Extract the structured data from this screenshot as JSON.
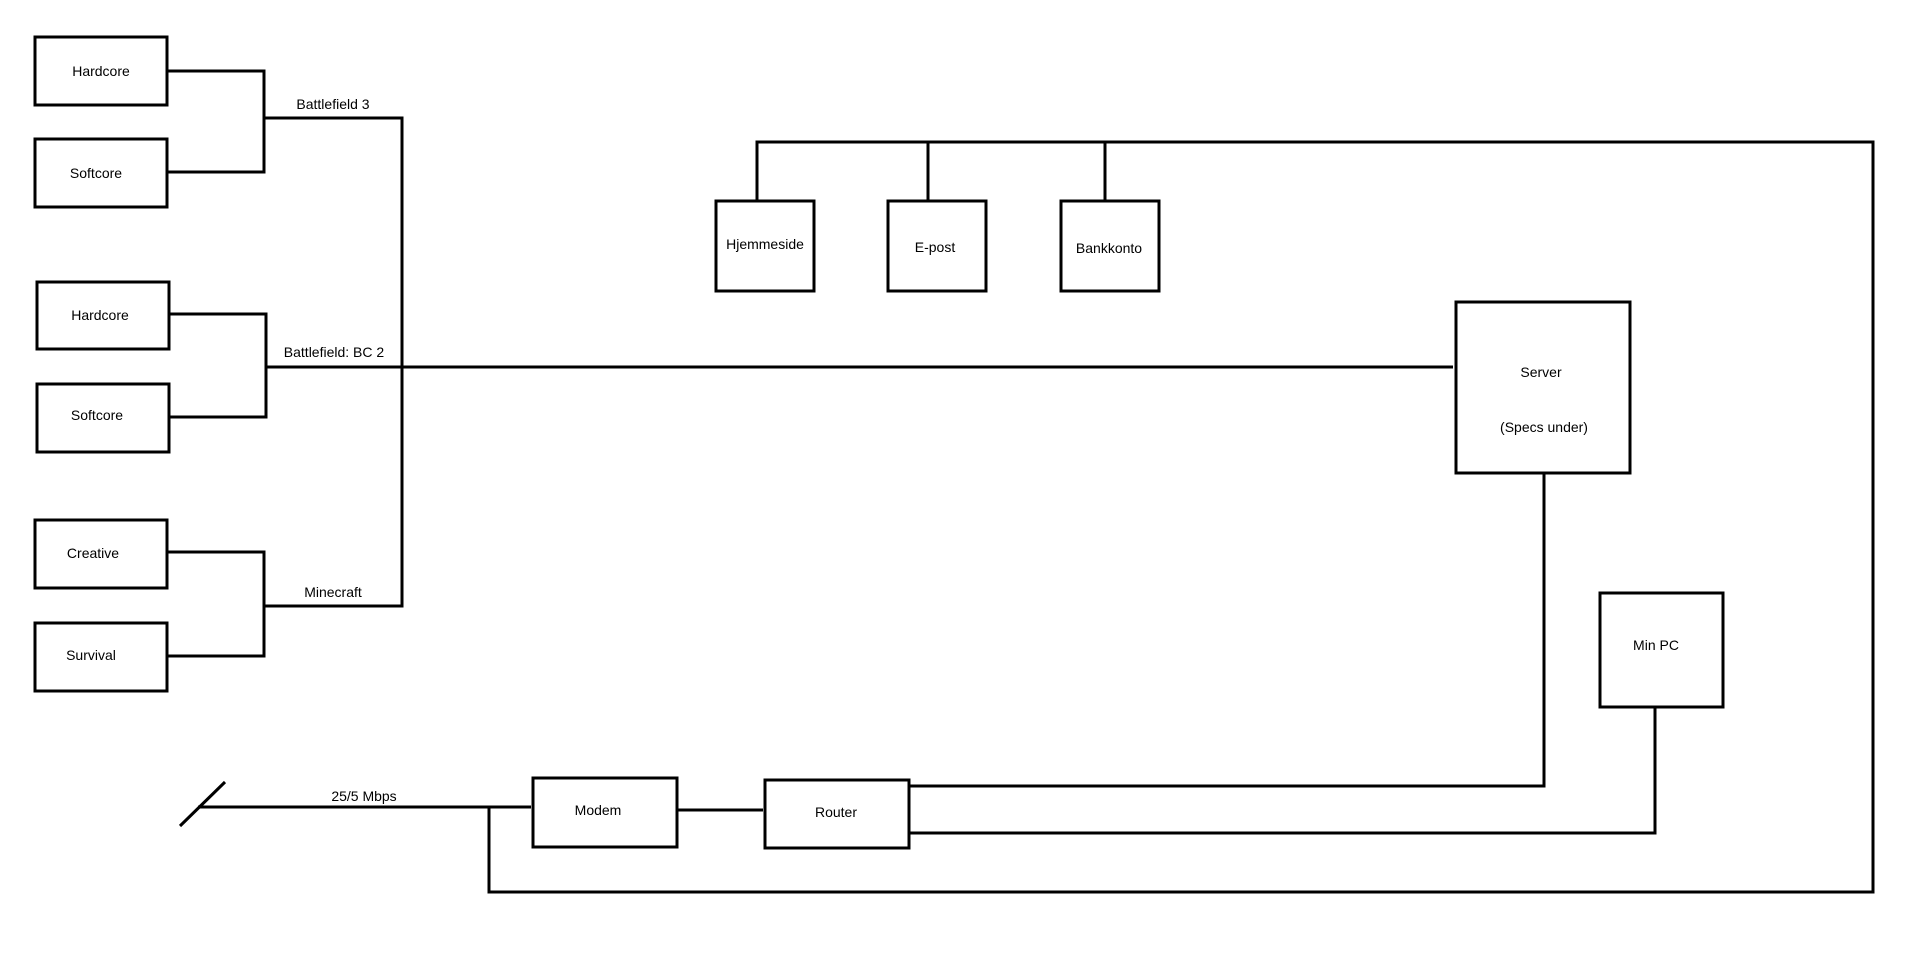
{
  "games": {
    "bf3": {
      "label": "Battlefield 3",
      "modes": [
        "Hardcore",
        "Softcore"
      ]
    },
    "bfbc2": {
      "label": "Battlefield: BC 2",
      "modes": [
        "Hardcore",
        "Softcore"
      ]
    },
    "minecraft": {
      "label": "Minecraft",
      "modes": [
        "Creative",
        "Survival"
      ]
    }
  },
  "services": [
    "Hjemmeside",
    "E-post",
    "Bankkonto"
  ],
  "server": {
    "title": "Server",
    "subtitle": "(Specs under)"
  },
  "my_pc": "Min PC",
  "modem": "Modem",
  "router": "Router",
  "connection": "25/5 Mbps",
  "colors": {
    "line": "#000000",
    "background": "#ffffff"
  }
}
